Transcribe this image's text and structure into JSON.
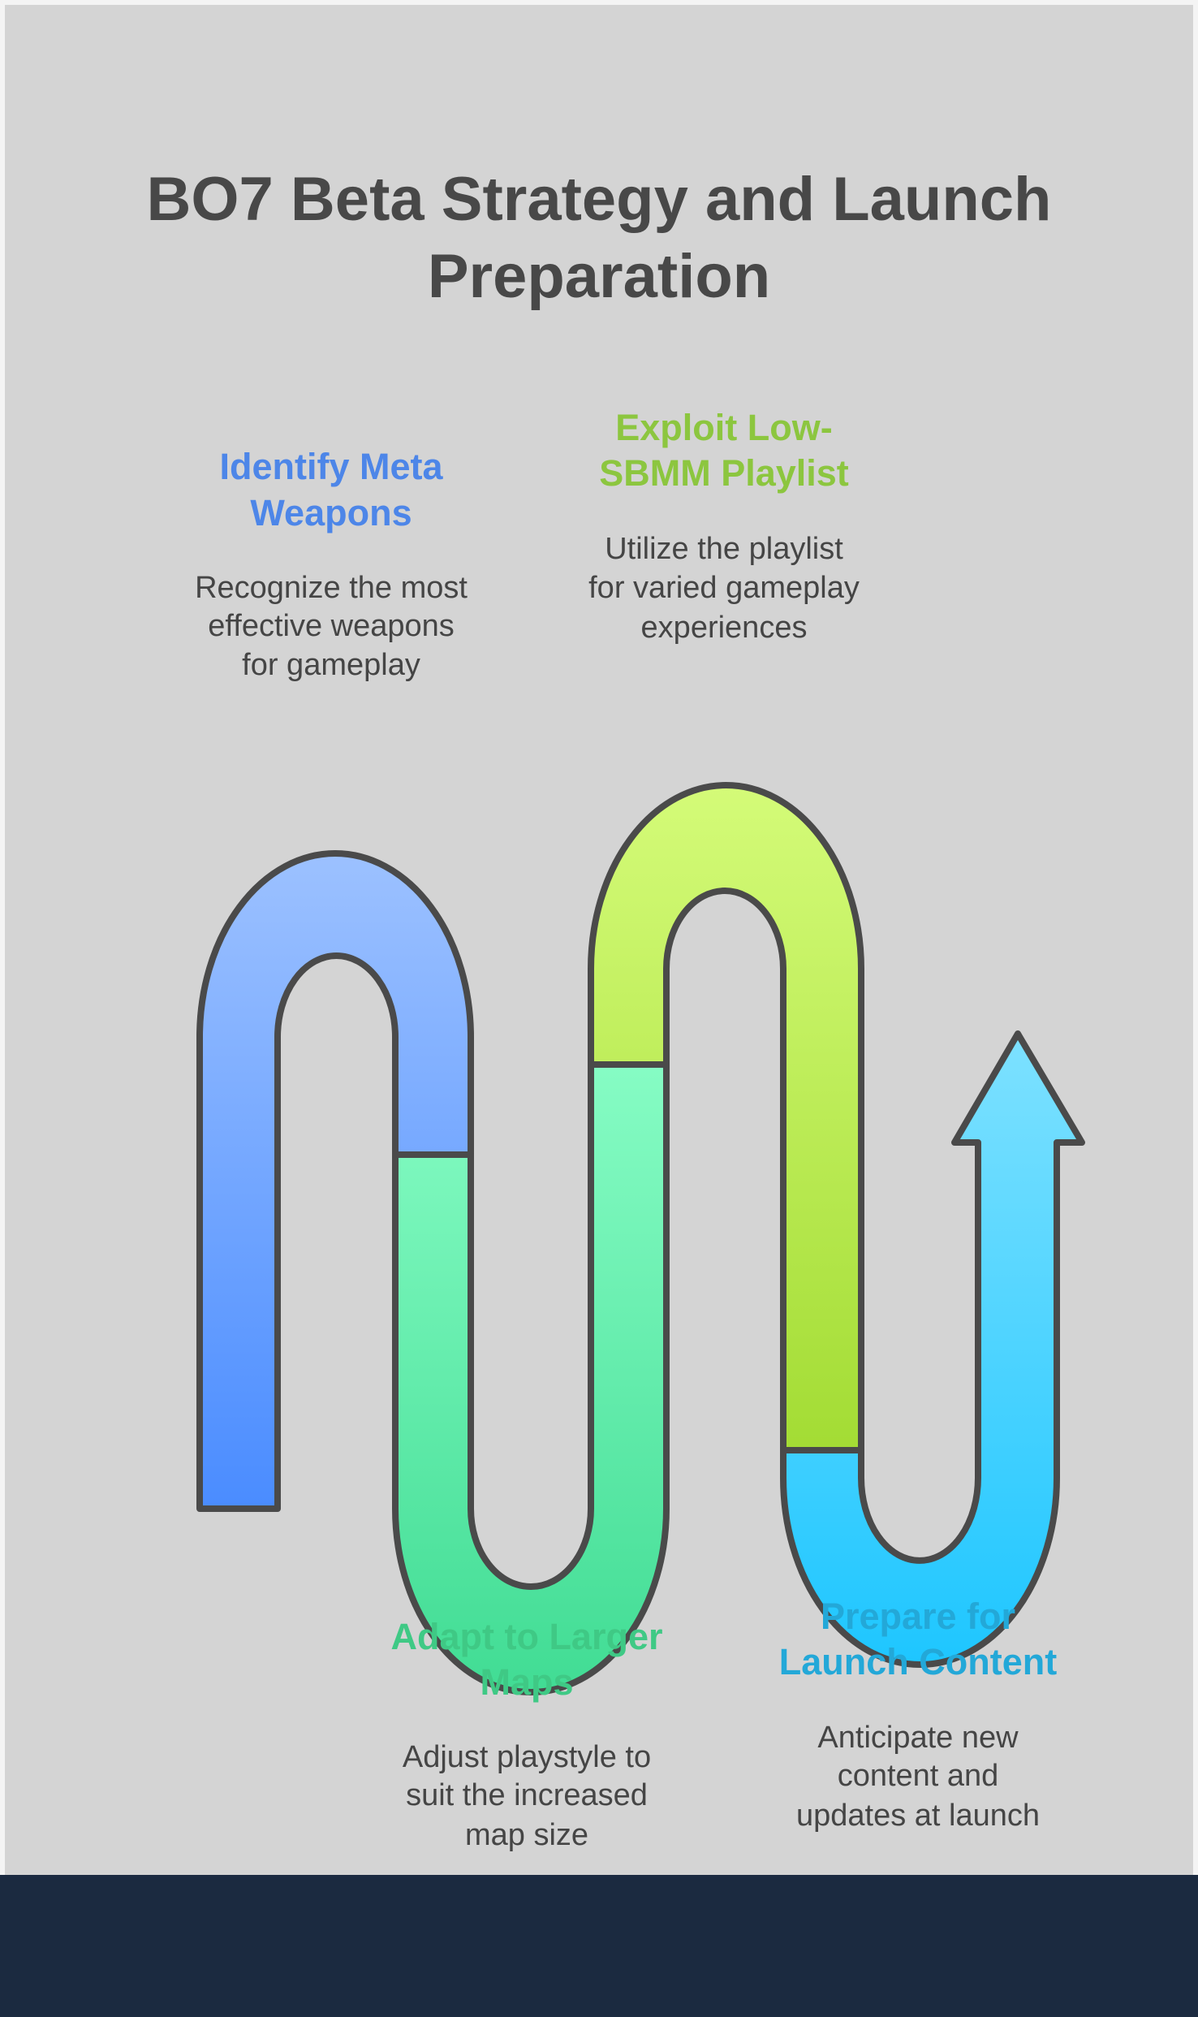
{
  "title": {
    "line1": "BO7 Beta Strategy and Launch",
    "line2": "Preparation"
  },
  "steps": [
    {
      "title1": "Identify Meta",
      "title2": "Weapons",
      "desc1": "Recognize the most",
      "desc2": "effective weapons",
      "desc3": "for gameplay",
      "color": "#4d86e8"
    },
    {
      "title1": "Adapt to Larger",
      "title2": "Maps",
      "desc1": "Adjust playstyle to",
      "desc2": "suit the increased",
      "desc3": "map size",
      "color": "#3fc985"
    },
    {
      "title1": "Exploit Low-",
      "title2": "SBMM Playlist",
      "desc1": "Utilize the playlist",
      "desc2": "for varied gameplay",
      "desc3": "experiences",
      "color": "#8cc63f"
    },
    {
      "title1": "Prepare for",
      "title2": "Launch Content",
      "desc1": "Anticipate new",
      "desc2": "content and",
      "desc3": "updates at launch",
      "color": "#23a8d8"
    }
  ]
}
